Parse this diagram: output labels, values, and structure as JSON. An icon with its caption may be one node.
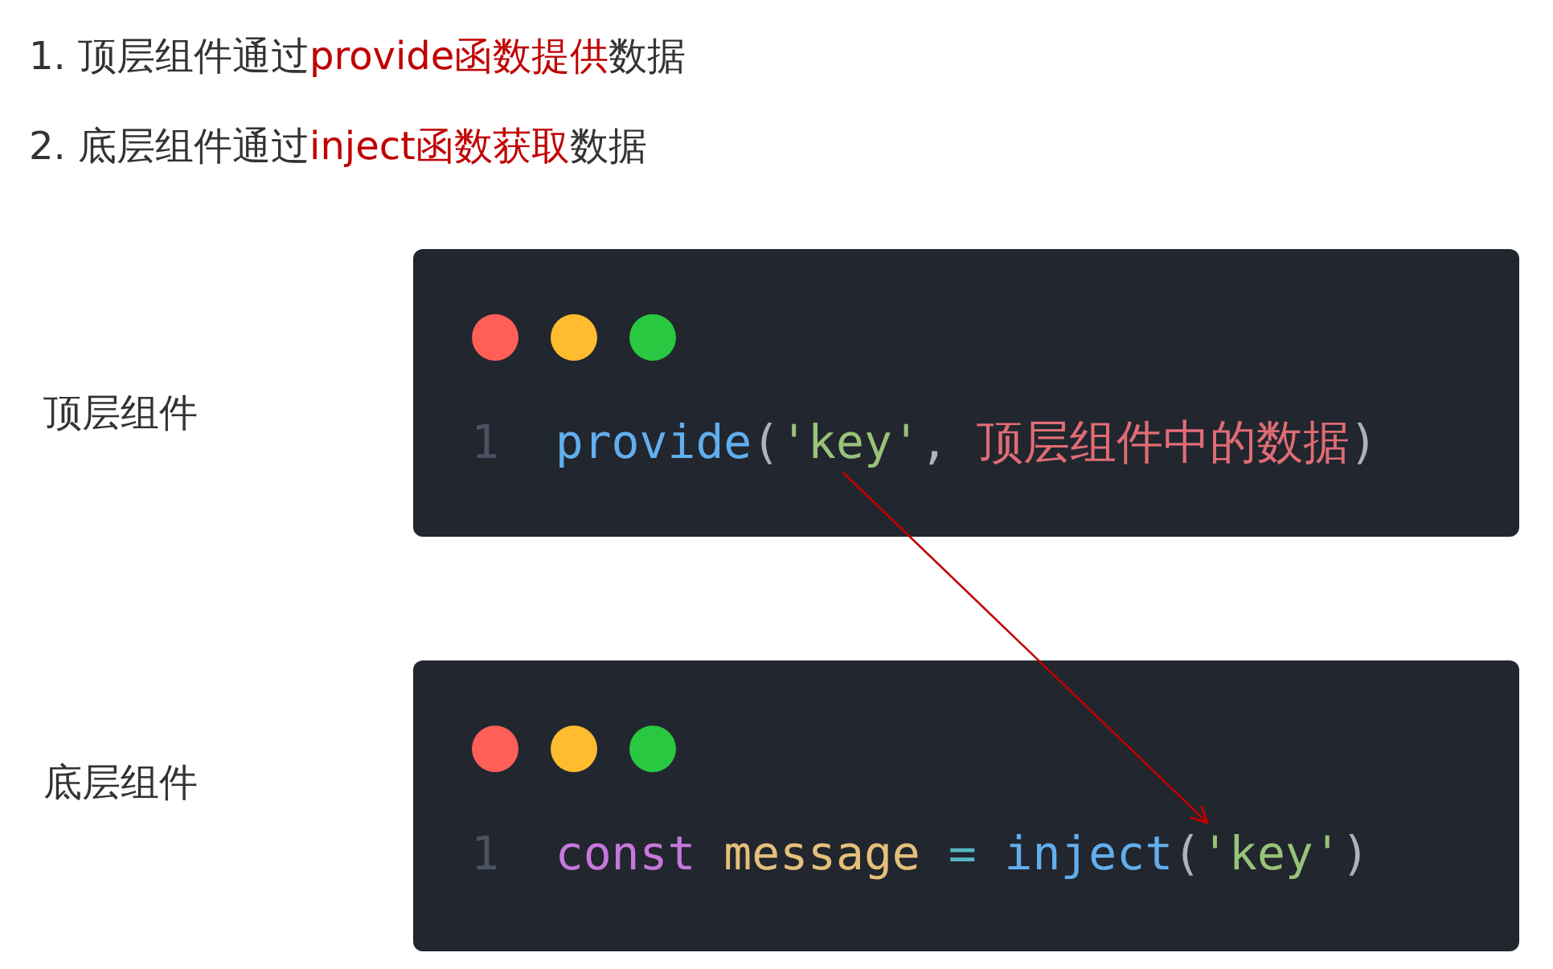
{
  "diagram": {
    "nodes": [
      {
        "text": [
          "1",
          "provide",
          "(",
          ", ",
          "顶层组件中的数据",
          ")"
        ]
      },
      {
        "text": [
          "'key'"
        ],
        "in": 0
      },
      {
        "text": [
          "1",
          "const",
          "message",
          "=",
          "inject",
          "(",
          ")"
        ]
      },
      {
        "text": [
          "'key'"
        ],
        "in": 2
      }
    ],
    "edges": [
      {
        "from": 1,
        "to": 3,
        "arrow": "to",
        "color": "#c00000"
      }
    ],
    "labels": [
      "1. 顶层组件通过",
      "provide函数提供",
      "数据",
      "2. 底层组件通过",
      "inject函数获取",
      "数据",
      "顶层组件",
      "底层组件"
    ]
  }
}
